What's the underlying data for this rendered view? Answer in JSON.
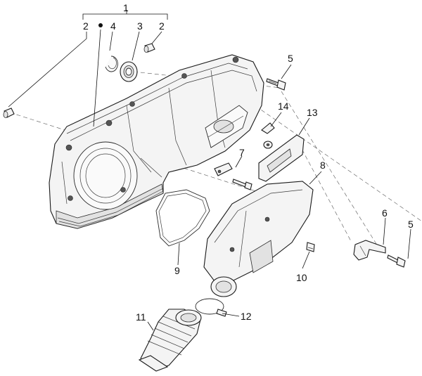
{
  "callouts": {
    "c1": "1",
    "c2_left": "2",
    "c2_right": "2",
    "c3": "3",
    "c4": "4",
    "c5_top": "5",
    "c5_bottom": "5",
    "c6": "6",
    "c7": "7",
    "c8": "8",
    "c9": "9",
    "c10": "10",
    "c11": "11",
    "c12": "12",
    "c13": "13",
    "c14": "14"
  }
}
